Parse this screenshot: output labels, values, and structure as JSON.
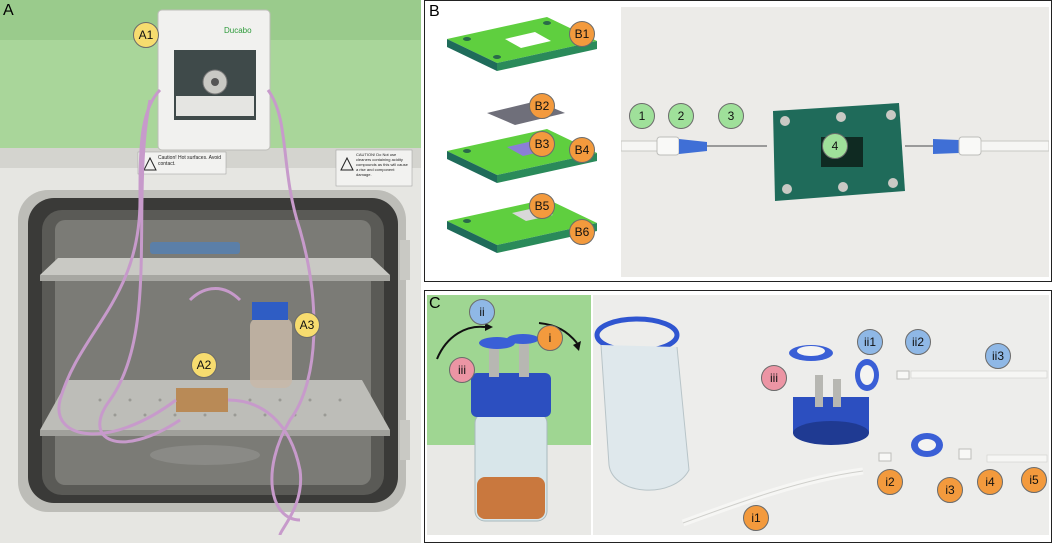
{
  "panels": {
    "a": {
      "letter": "A",
      "labels": [
        "A1",
        "A2",
        "A3"
      ],
      "pump_brand": "Ducabo",
      "warning_left": "Caution! Hot surfaces. Avoid contact.",
      "warning_right": "CAUTION! Do Not use cleaners containing acidity compounds as this will cause a rise and component damage."
    },
    "b": {
      "letter": "B",
      "layer_labels": [
        "B1",
        "B2",
        "B3",
        "B4",
        "B5",
        "B6"
      ],
      "photo_labels": [
        "1",
        "2",
        "3",
        "4"
      ]
    },
    "c": {
      "letter": "C",
      "bottle_labels": [
        "ii",
        "i",
        "iii"
      ],
      "part_labels": [
        "iii",
        "ii1",
        "ii2",
        "ii3",
        "i1",
        "i2",
        "i3",
        "i4",
        "i5"
      ]
    }
  },
  "colors": {
    "yellow_tag": "#f7dc6f",
    "orange_tag": "#f39a3d",
    "green_tag": "#9fe09a",
    "blue_tag": "#8fb8e6",
    "pink_tag": "#ec95a4",
    "chip_green": "#5fcf3f",
    "chip_teal": "#1f6b5a"
  }
}
